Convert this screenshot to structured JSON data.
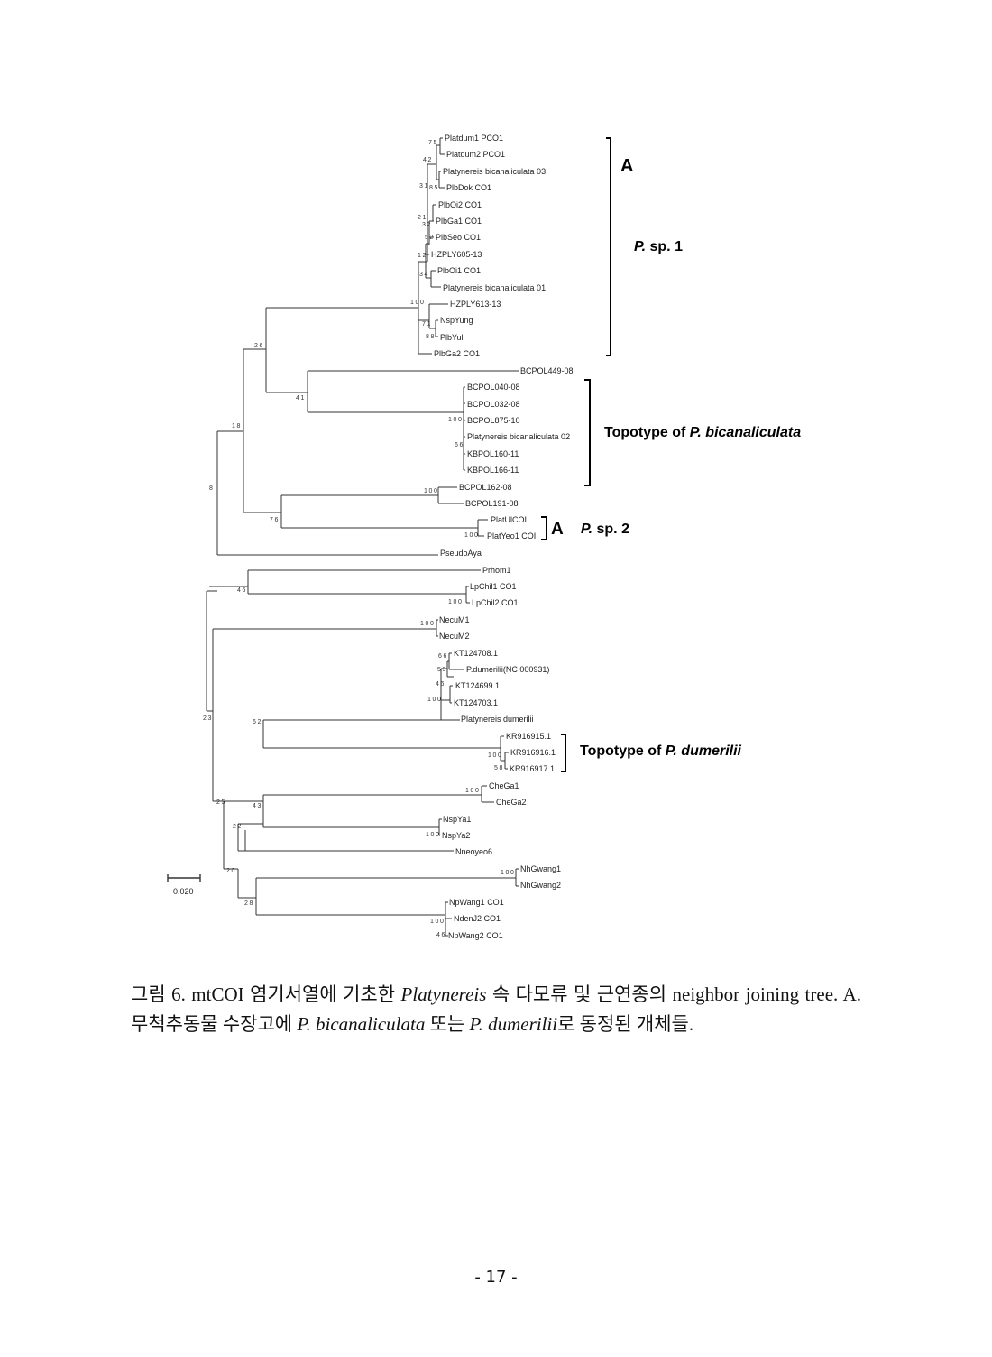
{
  "figure": {
    "taxa": [
      "Platdum1 PCO1",
      "Platdum2 PCO1",
      "Platynereis bicanaliculata 03",
      "PlbDok CO1",
      "PlbOi2 CO1",
      "PlbGa1 CO1",
      "PlbSeo CO1",
      "HZPLY605-13",
      "PlbOi1 CO1",
      "Platynereis bicanaliculata 01",
      "HZPLY613-13",
      "NspYung",
      "PlbYul",
      "PlbGa2 CO1",
      "BCPOL449-08",
      "BCPOL040-08",
      "BCPOL032-08",
      "BCPOL875-10",
      "Platynereis bicanaliculata 02",
      "KBPOL160-11",
      "KBPOL166-11",
      "BCPOL162-08",
      "BCPOL191-08",
      "PlatUlCOI",
      "PlatYeo1 COI",
      "PseudoAya",
      "Prhom1",
      "LpChil1 CO1",
      "LpChil2 CO1",
      "NecuM1",
      "NecuM2",
      "KT124708.1",
      "P.dumerilii(NC 000931)",
      "KT124699.1",
      "KT124703.1",
      "Platynereis dumerilii",
      "KR916915.1",
      "KR916916.1",
      "KR916917.1",
      "CheGa1",
      "CheGa2",
      "NspYa1",
      "NspYa2",
      "Nneoyeo6",
      "NhGwang1",
      "NhGwang2",
      "NpWang1 CO1",
      "NdenJ2 CO1",
      "NpWang2 CO1"
    ],
    "support_values": [
      "75",
      "42",
      "31",
      "85",
      "21",
      "32",
      "52",
      "12",
      "34",
      "100",
      "71",
      "88",
      "26",
      "41",
      "18",
      "100",
      "66",
      "8",
      "100",
      "76",
      "100",
      "46",
      "100",
      "100",
      "66",
      "53",
      "46",
      "100",
      "23",
      "62",
      "100",
      "58",
      "100",
      "25",
      "43",
      "22",
      "100",
      "20",
      "100",
      "28",
      "100",
      "46"
    ],
    "clades": {
      "clade_a_top": "A",
      "psp1_italic": "P.",
      "psp1_rest": " sp. 1",
      "topo_bican_prefix": "Topotype of ",
      "topo_bican_italic": "P. bicanaliculata",
      "clade_a_mid": "A",
      "psp2_italic": "P.",
      "psp2_rest": " sp. 2",
      "topo_dum_prefix": "Topotype of ",
      "topo_dum_italic": "P. dumerilii"
    },
    "scale_bar_label": "0.020"
  },
  "caption": {
    "p1": "그림 6. mtCOI 염기서열에 기초한 ",
    "i1": "Platynereis",
    "p2": " 속 다모류 및 근연종의 neighbor joining tree. A. 무척추동물 수장고에 ",
    "i2": "P. bicanaliculata",
    "p3": " 또는 ",
    "i3": "P. dumerilii",
    "p4": "로 동정된 개체들."
  },
  "page_number": "- 17 -"
}
